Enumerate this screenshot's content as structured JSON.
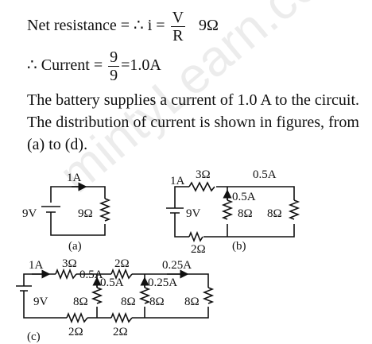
{
  "eq1": {
    "lhs": "Net resistance = ",
    "therefore": "∴",
    "i": "i =",
    "num": "V",
    "den": "R",
    "value": "9Ω"
  },
  "eq2": {
    "lhs": "∴ Current =",
    "num": "9",
    "den": "9",
    "rhs": "=1.0A"
  },
  "paragraph": "The battery supplies a current of 1.0 A to the circuit. The distribution of current is shown in figures, from (a) to (d).",
  "watermark": "mintyLearn.com",
  "fig_a": {
    "current": "1A",
    "battery": "9V",
    "resistor": "9Ω",
    "caption": "(a)"
  },
  "fig_b": {
    "current": "1A",
    "r_top": "3Ω",
    "i_right": "0.5A",
    "i_mid": "0.5A",
    "battery": "9V",
    "r_mid": "8Ω",
    "r_right": "8Ω",
    "r_bottom": "2Ω",
    "caption": "(b)"
  },
  "fig_c": {
    "current": "1A",
    "r1": "3Ω",
    "i_1": "0.5A",
    "r2": "2Ω",
    "i_2": "0.25A",
    "i_3": "0.5A",
    "i_4": "0.25A",
    "battery": "9V",
    "r_v1": "8Ω",
    "r_v2": "8Ω",
    "r_v3": "8Ω",
    "r_v4": "8Ω",
    "r_b1": "2Ω",
    "r_b2": "2Ω",
    "caption": "(c)"
  }
}
